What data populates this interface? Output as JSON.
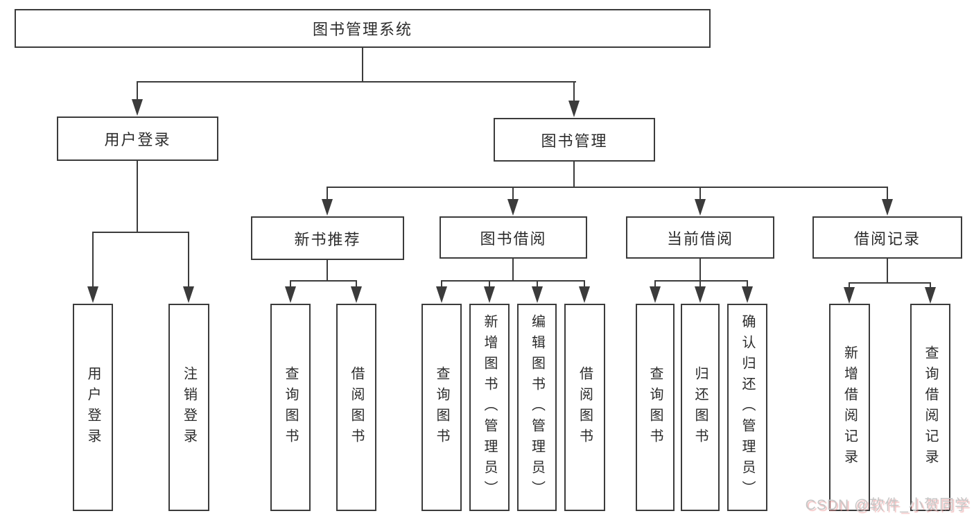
{
  "diagram": {
    "root": "图书管理系统",
    "branches": [
      {
        "label": "用户登录",
        "children": [
          "用户登录",
          "注销登录"
        ]
      },
      {
        "label": "图书管理",
        "groups": [
          {
            "label": "新书推荐",
            "children": [
              "查询图书",
              "借阅图书"
            ]
          },
          {
            "label": "图书借阅",
            "children": [
              "查询图书",
              "新增图书（管理员）",
              "编辑图书（管理员）",
              "借阅图书"
            ]
          },
          {
            "label": "当前借阅",
            "children": [
              "查询图书",
              "归还图书",
              "确认归还（管理员）"
            ]
          },
          {
            "label": "借阅记录",
            "children": [
              "新增借阅记录",
              "查询借阅记录"
            ]
          }
        ]
      }
    ]
  },
  "watermark": "CSDN @软件_小贺同学"
}
